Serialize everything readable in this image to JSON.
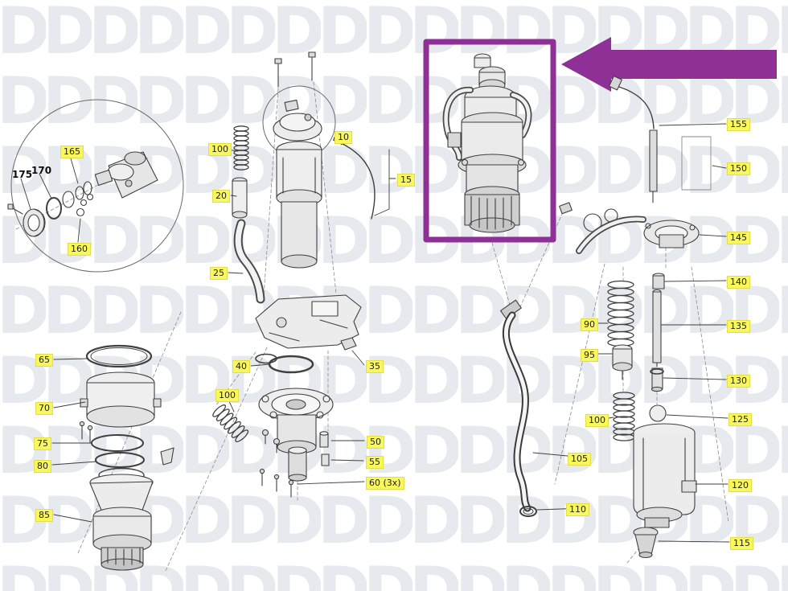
{
  "watermark": {
    "letter": "D"
  },
  "colors": {
    "highlight": "#8e3096",
    "label-bg": "#f9f75e",
    "label-border": "#e3dd4a",
    "line": "#3f3f3f"
  },
  "labels": [
    {
      "text": "175"
    },
    {
      "text": "170"
    },
    {
      "text": "165"
    },
    {
      "text": "160"
    },
    {
      "text": "100"
    },
    {
      "text": "20"
    },
    {
      "text": "10"
    },
    {
      "text": "15"
    },
    {
      "text": "25"
    },
    {
      "text": "65"
    },
    {
      "text": "70"
    },
    {
      "text": "75"
    },
    {
      "text": "80"
    },
    {
      "text": "85"
    },
    {
      "text": "40"
    },
    {
      "text": "35"
    },
    {
      "text": "100"
    },
    {
      "text": "50"
    },
    {
      "text": "55"
    },
    {
      "text": "60 (3x)"
    },
    {
      "text": "90"
    },
    {
      "text": "95"
    },
    {
      "text": "100"
    },
    {
      "text": "105"
    },
    {
      "text": "110"
    },
    {
      "text": "155"
    },
    {
      "text": "150"
    },
    {
      "text": "145"
    },
    {
      "text": "140"
    },
    {
      "text": "135"
    },
    {
      "text": "130"
    },
    {
      "text": "125"
    },
    {
      "text": "120"
    },
    {
      "text": "115"
    }
  ]
}
